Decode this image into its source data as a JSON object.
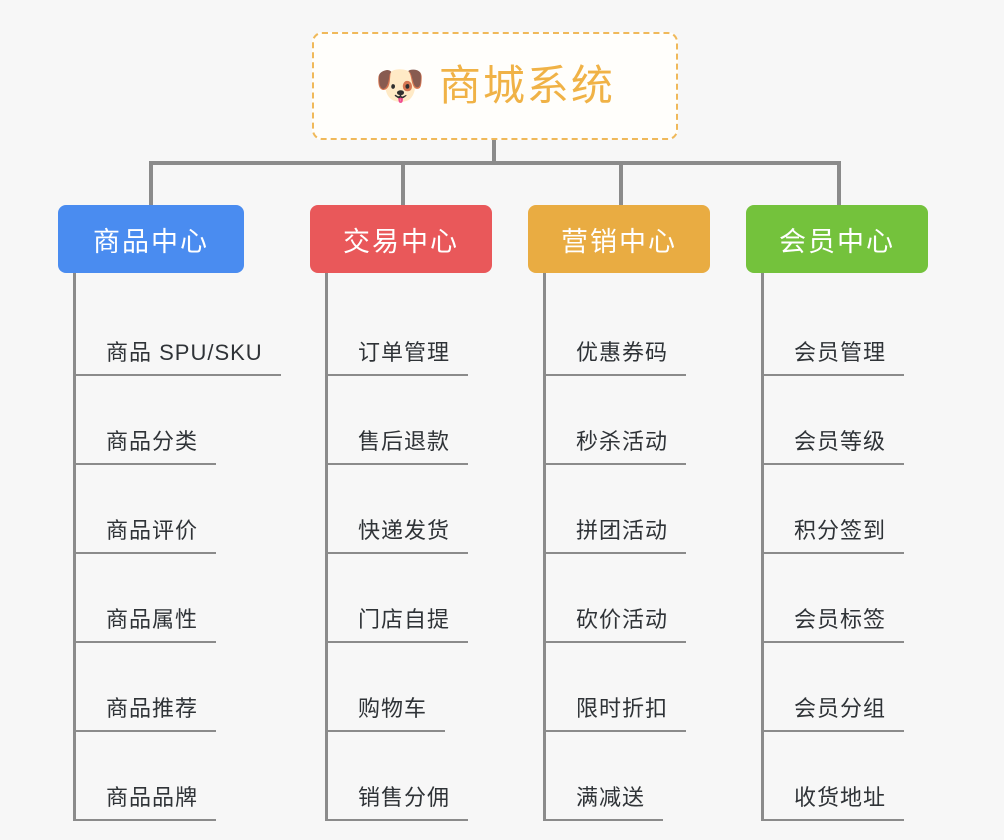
{
  "page": {
    "background_color": "#f7f7f7",
    "type": "mindmap"
  },
  "root": {
    "title": "商城系统",
    "icon": "shiba-dog-icon",
    "icon_glyph": "🐶",
    "text_color": "#f0b246",
    "border_color": "#f0b95a"
  },
  "branches": [
    {
      "label": "商品中心",
      "color": "#4a8cf0",
      "items": [
        "商品 SPU/SKU",
        "商品分类",
        "商品评价",
        "商品属性",
        "商品推荐",
        "商品品牌"
      ]
    },
    {
      "label": "交易中心",
      "color": "#e9585a",
      "items": [
        "订单管理",
        "售后退款",
        "快递发货",
        "门店自提",
        "购物车",
        "销售分佣"
      ]
    },
    {
      "label": "营销中心",
      "color": "#e9ac42",
      "items": [
        "优惠券码",
        "秒杀活动",
        "拼团活动",
        "砍价活动",
        "限时折扣",
        "满减送"
      ]
    },
    {
      "label": "会员中心",
      "color": "#74c23c",
      "items": [
        "会员管理",
        "会员等级",
        "积分签到",
        "会员标签",
        "会员分组",
        "收货地址"
      ]
    }
  ],
  "connector_color": "#8b8b8b"
}
